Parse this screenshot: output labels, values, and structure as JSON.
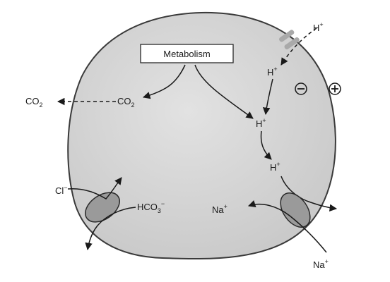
{
  "labels": {
    "metabolism": "Metabolism",
    "co2": "CO",
    "co2_sub": "2",
    "h_plus": "H",
    "plus_sup": "+",
    "cl": "Cl",
    "minus_sup": "−",
    "hco3": "HCO",
    "hco3_sub": "3",
    "na": "Na",
    "minus_sign": "−",
    "plus_sign": "+"
  },
  "colors": {
    "cell_fill": "#d3d3d3",
    "cell_stroke": "#3a3a3a",
    "transporter_fill": "#9a9a9a",
    "channel_fill": "#a9a9a9",
    "arrow": "#1a1a1a"
  }
}
